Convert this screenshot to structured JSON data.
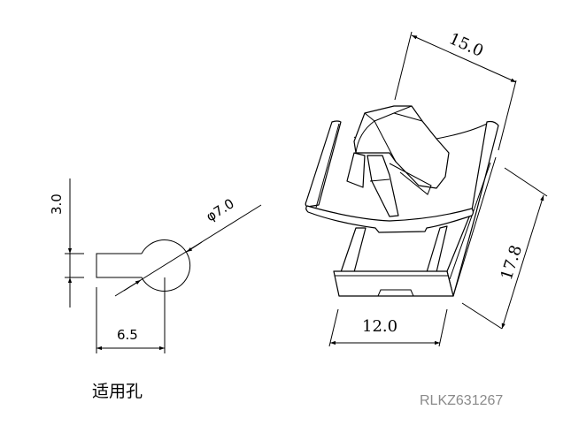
{
  "hole_view": {
    "caption": "适用孔",
    "dim_slot_width": "3.0",
    "dim_length": "6.5",
    "dim_diameter": "φ7.0"
  },
  "part_view": {
    "dim_depth": "15.0",
    "dim_height": "17.8",
    "dim_width": "12.0"
  },
  "part_code": "RLKZ631267"
}
